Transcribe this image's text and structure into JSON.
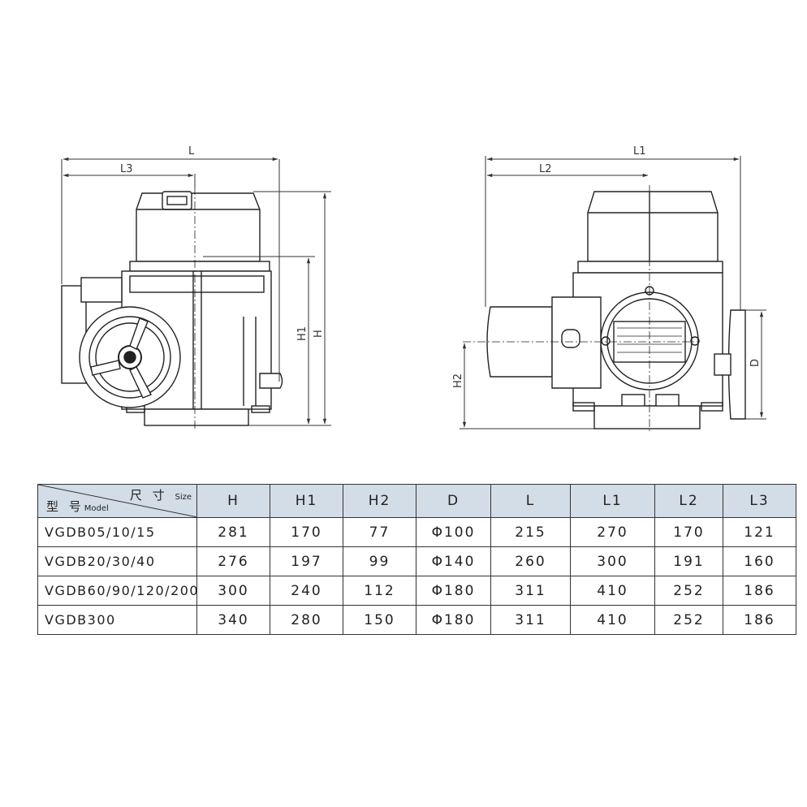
{
  "dimension_labels": {
    "L": "L",
    "L3": "L3",
    "H1": "H1",
    "H": "H",
    "L1": "L1",
    "L2": "L2",
    "H2": "H2",
    "D": "D"
  },
  "table": {
    "header_size_cn": "尺 寸",
    "header_size_en": "Size",
    "header_model_cn": "型 号",
    "header_model_en": "Model",
    "columns": [
      "H",
      "H1",
      "H2",
      "D",
      "L",
      "L1",
      "L2",
      "L3"
    ],
    "rows": [
      {
        "model": "VGDB05/10/15",
        "values": [
          "281",
          "170",
          "77",
          "Φ100",
          "215",
          "270",
          "170",
          "121"
        ]
      },
      {
        "model": "VGDB20/30/40",
        "values": [
          "276",
          "197",
          "99",
          "Φ140",
          "260",
          "300",
          "191",
          "160"
        ]
      },
      {
        "model": "VGDB60/90/120/200",
        "values": [
          "300",
          "240",
          "112",
          "Φ180",
          "311",
          "410",
          "252",
          "186"
        ]
      },
      {
        "model": "VGDB300",
        "values": [
          "340",
          "280",
          "150",
          "Φ180",
          "311",
          "410",
          "252",
          "186"
        ]
      }
    ]
  },
  "colors": {
    "header_bg": "#d3dde7",
    "line": "#222222"
  }
}
